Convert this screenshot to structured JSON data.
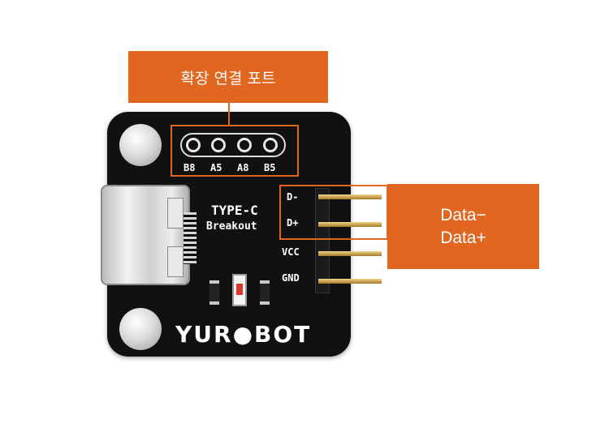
{
  "callouts": {
    "expansion_port": "확장 연결 포트",
    "data_minus": "Data−",
    "data_plus": "Data+"
  },
  "board": {
    "top_pins": [
      "B8",
      "A5",
      "A8",
      "B5"
    ],
    "title_line1": "TYPE-C",
    "title_line2": "Breakout",
    "side_pins": [
      "D-",
      "D+",
      "VCC",
      "GND"
    ],
    "brand": "YUR●BOT"
  },
  "colors": {
    "accent": "#e1661f",
    "pcb": "#111111",
    "silkscreen": "#ffffff",
    "header_pin": "#c8a04a"
  }
}
